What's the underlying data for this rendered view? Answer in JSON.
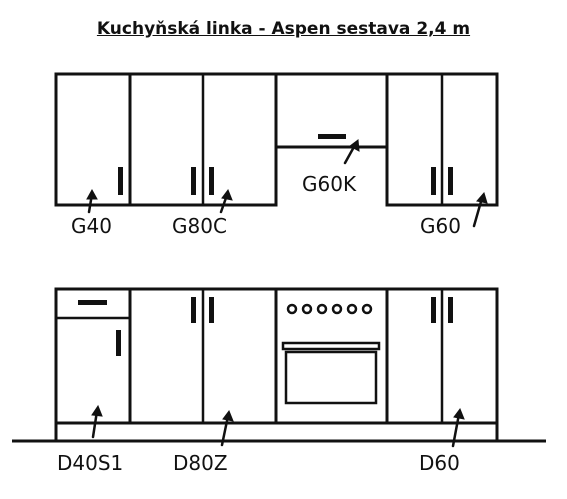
{
  "title": "Kuchyňská linka - Aspen sestava 2,4 m",
  "wall_units": [
    {
      "code": "G40"
    },
    {
      "code": "G80C"
    },
    {
      "code": "G60K"
    },
    {
      "code": "G60"
    }
  ],
  "base_units": [
    {
      "code": "D40S1"
    },
    {
      "code": "D80Z"
    },
    {
      "code": "D60"
    }
  ],
  "colors": {
    "line": "#111111",
    "background": "#ffffff"
  }
}
